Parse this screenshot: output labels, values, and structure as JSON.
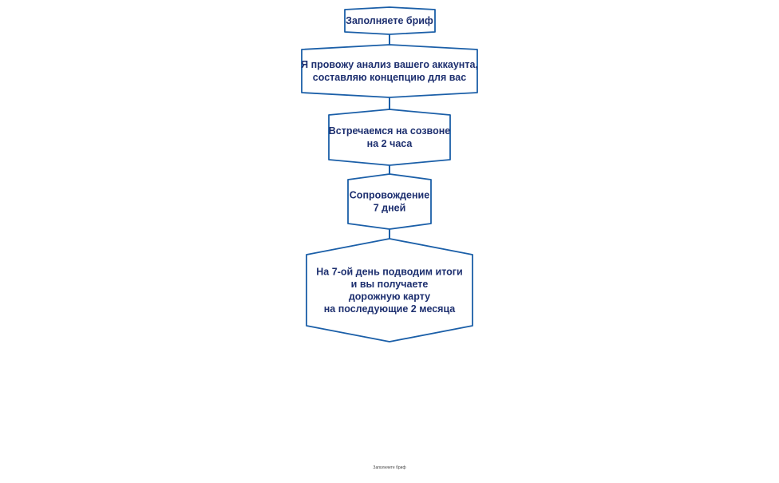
{
  "colors": {
    "stroke": "#1b5fa8",
    "text": "#1d2f6f",
    "background": "#ffffff"
  },
  "diagram": {
    "nodes": [
      {
        "id": "step-1",
        "lines": [
          [
            {
              "t": "Заполняете бриф"
            }
          ]
        ]
      },
      {
        "id": "step-2",
        "lines": [
          [
            {
              "t": "Я провожу анализ вашего аккаунта,"
            }
          ],
          [
            {
              "t": "составляю концепцию для вас"
            }
          ]
        ]
      },
      {
        "id": "step-3",
        "lines": [
          [
            {
              "t": "Встречаемся на созвоне"
            }
          ],
          [
            {
              "t": "на "
            },
            {
              "t": "2",
              "b": true
            },
            {
              "t": " часа"
            }
          ]
        ]
      },
      {
        "id": "step-4",
        "lines": [
          [
            {
              "t": "Сопровождение"
            }
          ],
          [
            {
              "t": "7",
              "b": true
            },
            {
              "t": " дней"
            }
          ]
        ]
      },
      {
        "id": "step-5",
        "lines": [
          [
            {
              "t": "На "
            },
            {
              "t": "7",
              "b": true
            },
            {
              "t": "-ой день подводим итоги"
            }
          ],
          [
            {
              "t": "и вы получаете"
            }
          ],
          [
            {
              "t": "дорожную карту"
            }
          ],
          [
            {
              "t": "на последующие "
            },
            {
              "t": "2",
              "b": true
            },
            {
              "t": " месяца"
            }
          ]
        ]
      }
    ]
  },
  "footer": {
    "caption": "Заполняете бриф"
  }
}
